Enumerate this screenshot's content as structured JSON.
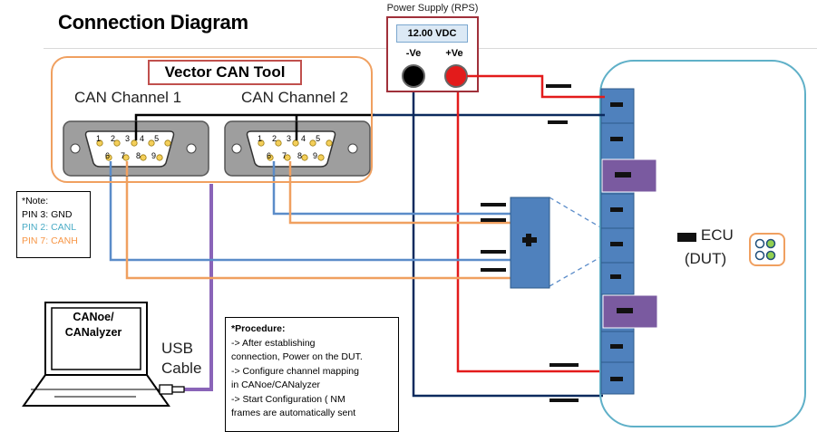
{
  "title": "Connection Diagram",
  "vector_tool": {
    "label": "Vector CAN Tool",
    "channel1": "CAN Channel 1",
    "channel2": "CAN Channel 2",
    "pins_top": [
      "1",
      "2",
      "3",
      "4",
      "5"
    ],
    "pins_bottom": [
      "6",
      "7",
      "8",
      "9"
    ]
  },
  "power_supply": {
    "title": "Power Supply (RPS)",
    "display": "12.00 VDC",
    "neg_label": "-Ve",
    "pos_label": "+Ve"
  },
  "ecu": {
    "label_line1": "ECU",
    "label_line2": "(DUT)"
  },
  "note": {
    "heading": "*Note:",
    "gnd": "PIN 3: GND",
    "canl": "PIN 2: CANL",
    "canh": "PIN 7: CANH"
  },
  "procedure": {
    "heading": "*Procedure:",
    "lines": [
      "-> After establishing",
      "connection, Power on the DUT.",
      "-> Configure channel mapping",
      "in CANoe/CANalyzer",
      "-> Start Configuration ( NM",
      "frames are automatically sent"
    ]
  },
  "pc": {
    "line1": "CANoe/",
    "line2": "CANalyzer"
  },
  "usb": {
    "line1": "USB",
    "line2": "Cable"
  },
  "colors": {
    "gnd_wire": "#000000",
    "power_neg_wire": "#0b2a5e",
    "power_pos_wire": "#e31b1b",
    "canl_wire": "#5b8cc9",
    "canh_wire": "#f0a060",
    "usb_cable": "#8a64b8",
    "connector_block": "#4f81bd",
    "purple_block": "#7a5aa0",
    "ecu_outline": "#5fb0c8",
    "vector_outline": "#f0a060",
    "psu_outline": "#a0303a",
    "canl_text": "#4bacc6",
    "canh_text": "#f79646"
  }
}
